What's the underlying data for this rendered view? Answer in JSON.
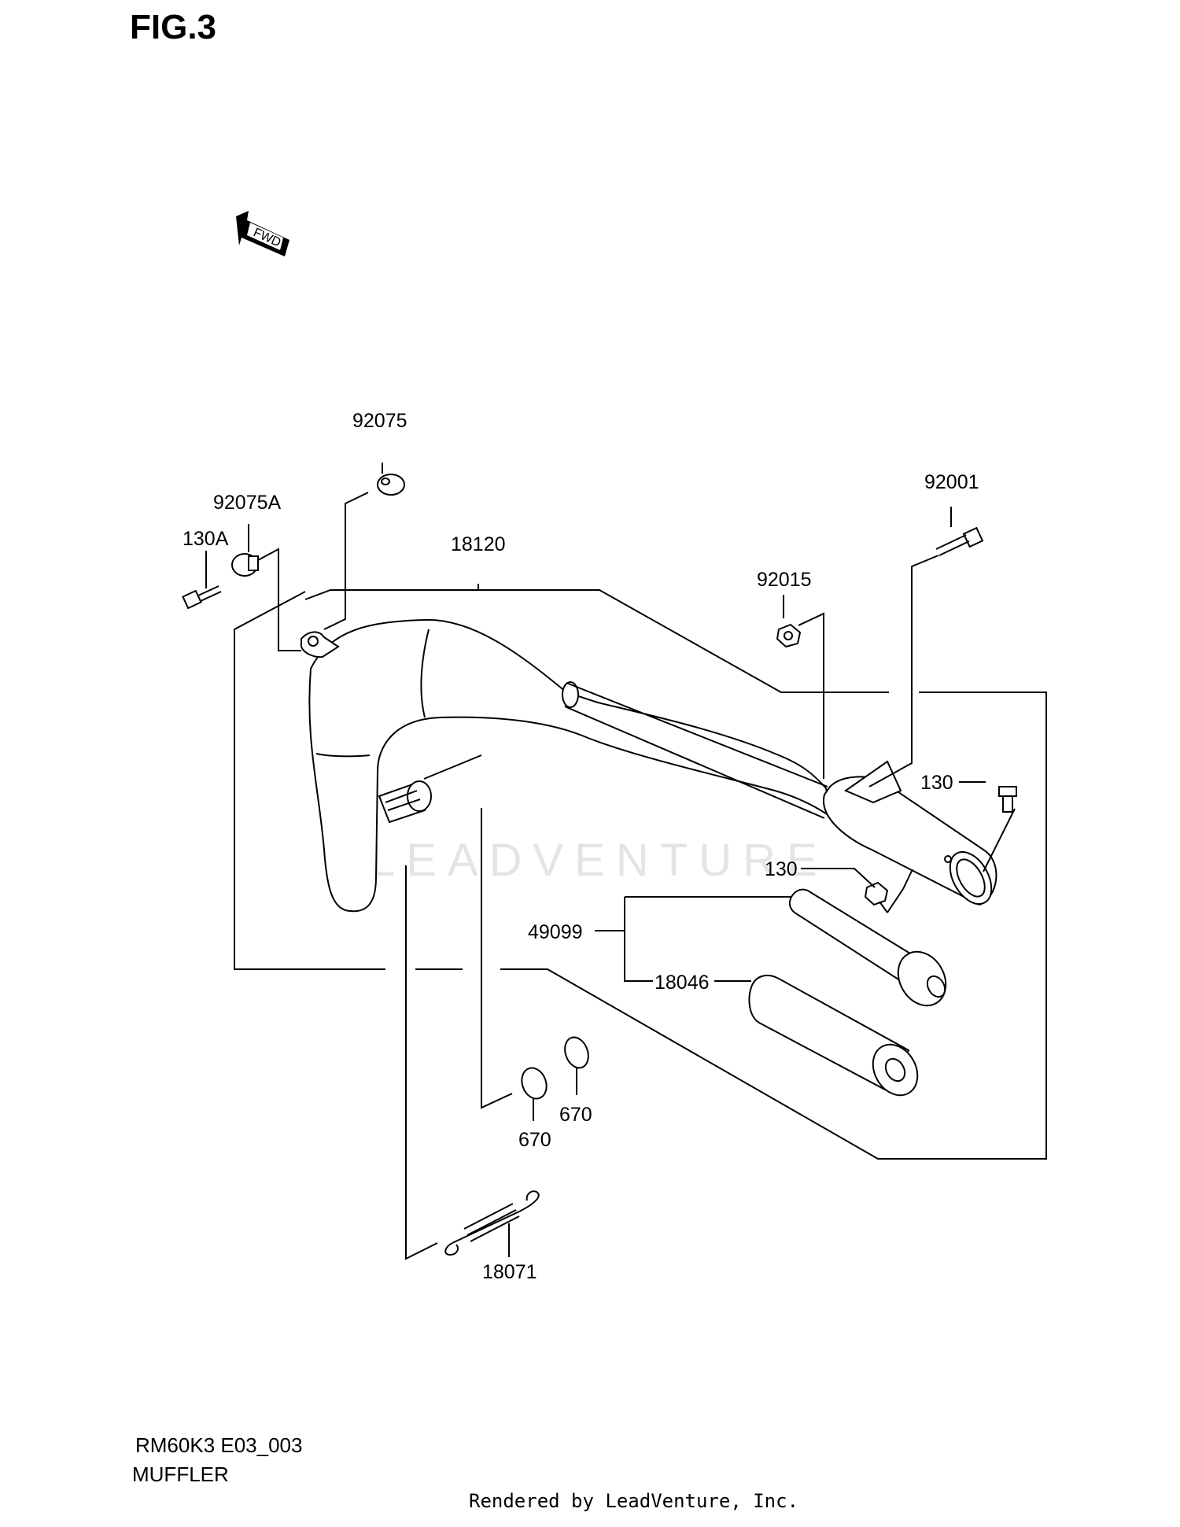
{
  "figure": {
    "title": "FIG.3"
  },
  "direction_marker": {
    "label": "FWD",
    "icon": "forward-arrow-icon"
  },
  "parts": [
    {
      "id": "92075",
      "label": "92075"
    },
    {
      "id": "92075A",
      "label": "92075A"
    },
    {
      "id": "130A",
      "label": "130A"
    },
    {
      "id": "18120",
      "label": "18120"
    },
    {
      "id": "92001",
      "label": "92001"
    },
    {
      "id": "92015",
      "label": "92015"
    },
    {
      "id": "130_upper",
      "label": "130"
    },
    {
      "id": "130_lower",
      "label": "130"
    },
    {
      "id": "49099",
      "label": "49099"
    },
    {
      "id": "18046",
      "label": "18046"
    },
    {
      "id": "670_right",
      "label": "670"
    },
    {
      "id": "670_left",
      "label": "670"
    },
    {
      "id": "18071",
      "label": "18071"
    }
  ],
  "watermark": "LEADVENTURE",
  "footer": {
    "model_code": "RM60K3 E03_003",
    "section_name": "MUFFLER",
    "render_credit": "Rendered by LeadVenture, Inc."
  }
}
